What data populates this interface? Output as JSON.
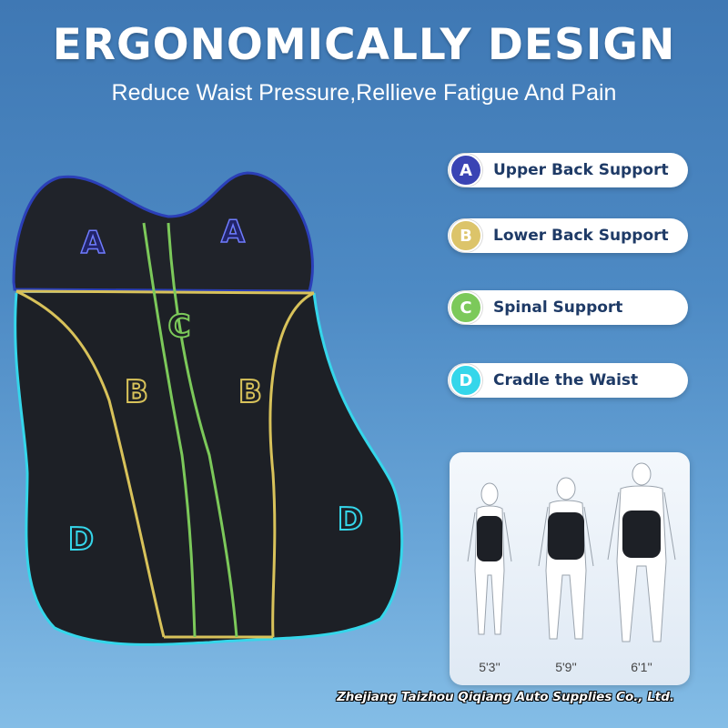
{
  "headline": "ERGONOMICALLY DESIGN",
  "subheadline": "Reduce Waist Pressure,Rellieve Fatigue And Pain",
  "cushion_zones": [
    {
      "letter": "A",
      "color": "#2b3fb8"
    },
    {
      "letter": "A",
      "color": "#2b3fb8"
    },
    {
      "letter": "C",
      "color": "#7cc95a"
    },
    {
      "letter": "B",
      "color": "#d8c25a"
    },
    {
      "letter": "B",
      "color": "#d8c25a"
    },
    {
      "letter": "D",
      "color": "#35d6ea"
    },
    {
      "letter": "D",
      "color": "#35d6ea"
    }
  ],
  "legend": [
    {
      "letter": "A",
      "label": "Upper Back Support",
      "color": "#3a44b4"
    },
    {
      "letter": "B",
      "label": "Lower Back Support",
      "color": "#dcc46a"
    },
    {
      "letter": "C",
      "label": "Spinal Support",
      "color": "#7cc95a"
    },
    {
      "letter": "D",
      "label": "Cradle the Waist",
      "color": "#35d6ea"
    }
  ],
  "heights": [
    "5'3''",
    "5'9''",
    "6'1''"
  ],
  "company": "Zhejiang Taizhou Qiqiang Auto Supplies Co., Ltd."
}
